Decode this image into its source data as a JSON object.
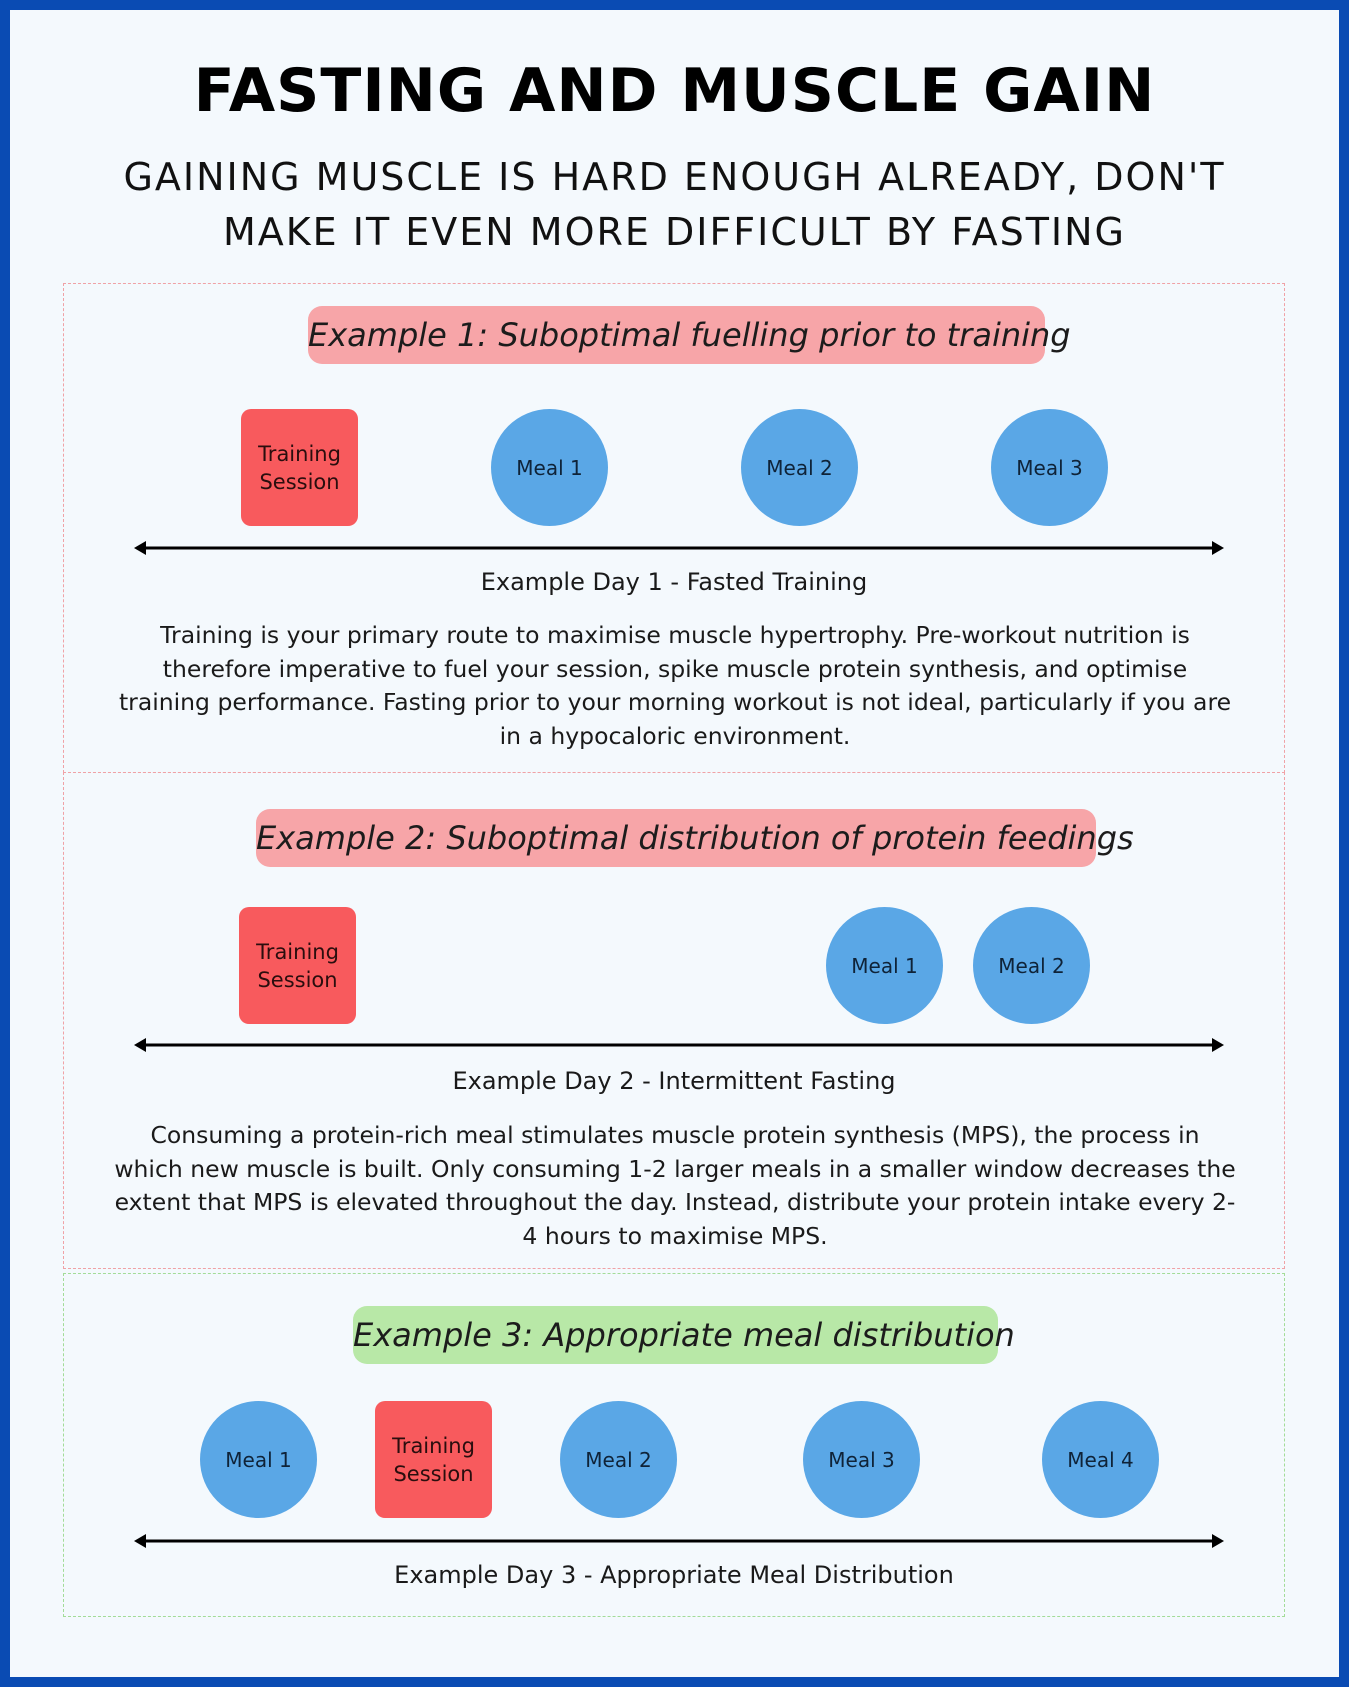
{
  "title": "FASTING AND MUSCLE GAIN",
  "subtitle": {
    "line1": "GAINING MUSCLE IS HARD ENOUGH ALREADY, DON'T",
    "line2": "MAKE IT EVEN MORE DIFFICULT BY FASTING"
  },
  "colors": {
    "border": "#0a4bb3",
    "training": "#f85a5d",
    "meal": "#5aa7e6",
    "heading_red": "#f7a5a8",
    "heading_green": "#b8e8a7"
  },
  "examples": [
    {
      "heading": "Example 1: Suboptimal fuelling prior to training",
      "training_label": "Training Session",
      "meals": [
        "Meal 1",
        "Meal 2",
        "Meal 3"
      ],
      "caption": "Example Day 1 - Fasted Training",
      "body": "Training is your primary route to maximise muscle hypertrophy. Pre-workout nutrition is therefore imperative to fuel your session, spike muscle protein synthesis, and optimise training performance. Fasting prior to your morning workout is not ideal, particularly if you are in a hypocaloric environment."
    },
    {
      "heading": "Example 2: Suboptimal distribution of protein feedings",
      "training_label": "Training Session",
      "meals": [
        "Meal 1",
        "Meal 2"
      ],
      "caption": "Example Day 2 - Intermittent Fasting",
      "body": "Consuming a protein-rich meal stimulates muscle protein synthesis (MPS), the process in which new muscle is built. Only consuming 1-2 larger meals in a smaller window decreases the extent that MPS is elevated throughout the day. Instead, distribute your protein intake every 2-4 hours to maximise MPS."
    },
    {
      "heading": "Example 3: Appropriate meal distribution",
      "training_label": "Training Session",
      "meals": [
        "Meal 1",
        "Meal 2",
        "Meal 3",
        "Meal 4"
      ],
      "caption": "Example Day 3 - Appropriate Meal Distribution"
    }
  ]
}
